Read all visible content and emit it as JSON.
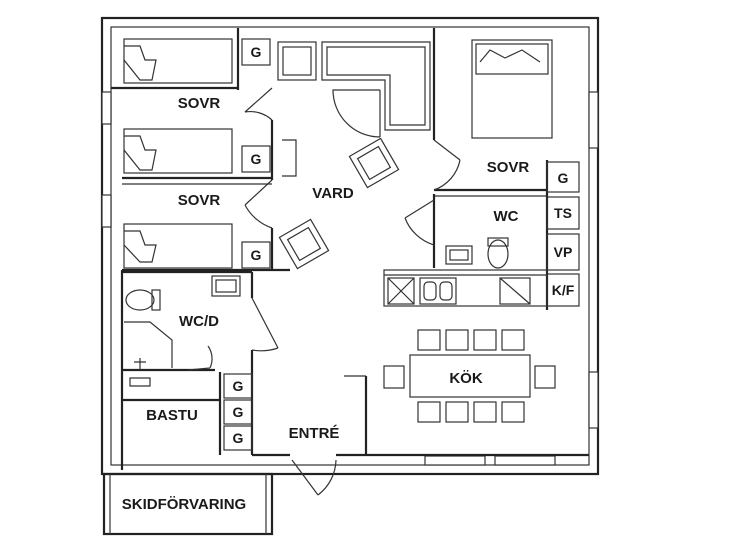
{
  "rooms": {
    "sovr_1": "SOVR",
    "sovr_2": "SOVR",
    "sovr_3": "SOVR",
    "vard": "VARD",
    "wc": "WC",
    "wc_d": "WC/D",
    "kok": "KÖK",
    "bastu": "BASTU",
    "entre": "ENTRÉ",
    "skidforvaring": "SKIDFÖRVARING"
  },
  "cabinets": {
    "g_bed1": "G",
    "g_bed2": "G",
    "g_bed3": "G",
    "g_sovr_right": "G",
    "ts": "TS",
    "vp": "VP",
    "kf": "K/F",
    "g_entre_1": "G",
    "g_entre_2": "G",
    "g_entre_3": "G"
  }
}
